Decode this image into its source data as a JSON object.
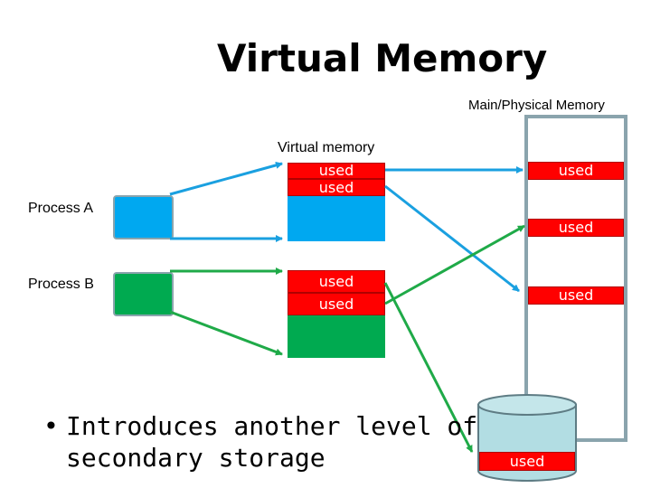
{
  "title": "Virtual Memory",
  "physical_memory_label": "Main/Physical Memory",
  "virtual_memory_label": "Virtual memory",
  "process_a_label": "Process A",
  "process_b_label": "Process B",
  "used_label": "used",
  "bullet": {
    "line1": "Introduces another level of",
    "line2": "secondary storage"
  },
  "colors": {
    "used": "#ff0000",
    "process_a": "#00a8f0",
    "process_b": "#00aa50",
    "memory_border": "#8aa4ad",
    "disk": "#b2dde3",
    "arrow_blue": "#1aa0e0",
    "arrow_green": "#1faa48"
  }
}
